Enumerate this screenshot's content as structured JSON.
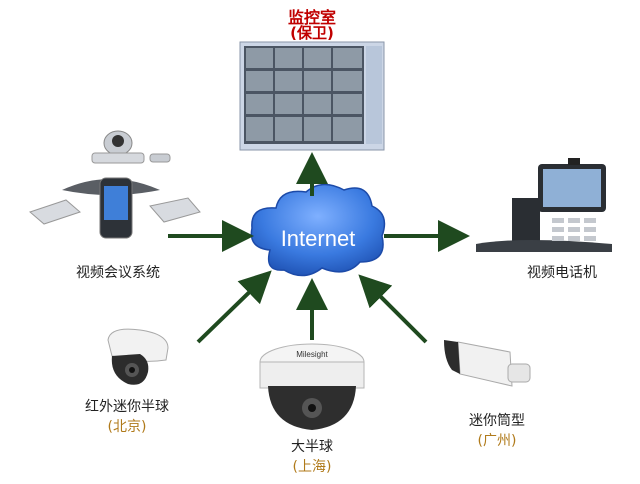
{
  "monitor_room": {
    "title": "监控室",
    "sub": "(保卫)"
  },
  "internet": {
    "label": "Internet"
  },
  "video_conf": {
    "label": "视频会议系统"
  },
  "video_phone": {
    "label": "视频电话机"
  },
  "ir_dome": {
    "label": "红外迷你半球",
    "loc": "(北京)"
  },
  "dome": {
    "label": "大半球",
    "loc": "(上海)",
    "brand": "Milesight"
  },
  "bullet": {
    "label": "迷你筒型",
    "loc": "(广州)"
  },
  "colors": {
    "arrow": "#1f4a1f",
    "cloud": "#2f6fd0",
    "title_red": "#c00000",
    "loc_gold": "#b07a1a"
  }
}
